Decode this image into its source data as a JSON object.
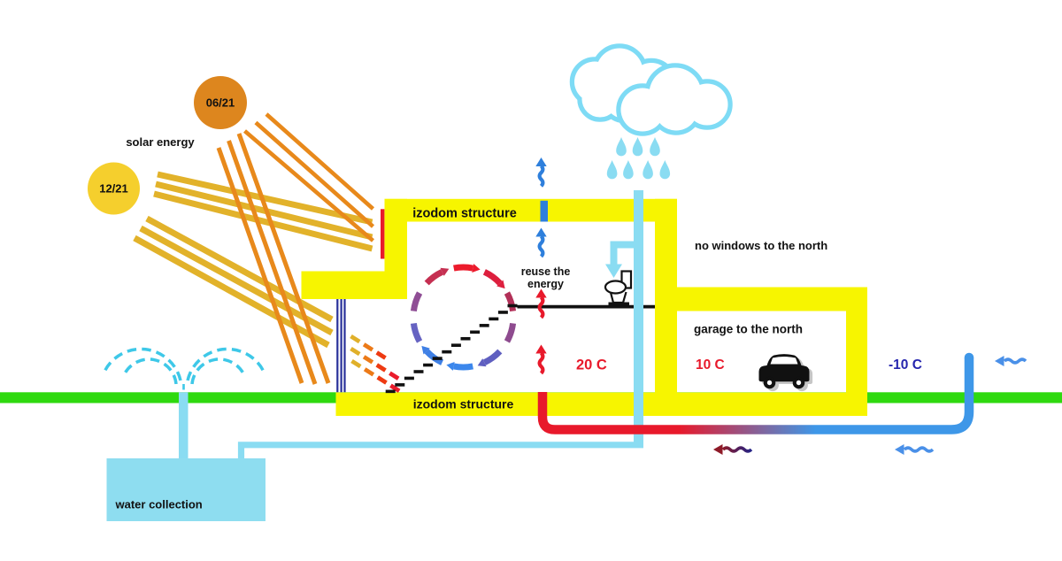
{
  "diagram": {
    "type": "passive-house energy concept section"
  },
  "labels": {
    "solar_energy": "solar energy",
    "sun_summer": "06/21",
    "sun_winter": "12/21",
    "roof": "izodom structure",
    "floor": "izodom structure",
    "reuse_line1": "reuse the",
    "reuse_line2": "energy",
    "no_windows": "no windows to the north",
    "garage": "garage to the north",
    "temp_inside": "20 C",
    "temp_garage": "10 C",
    "temp_outside": "-10 C",
    "water": "water collection"
  },
  "colors": {
    "structure_yellow": "#F7F500",
    "ground_green": "#2FD90F",
    "heat_red": "#E8192B",
    "summer_sun_orange": "#DD861E",
    "summer_ray_orange": "#E8891B",
    "winter_sun_yellow": "#F5CF2D",
    "winter_ray_gold": "#E2B22A",
    "water_lightblue": "#8ADCF2",
    "spray_cyan": "#3EC8E8",
    "cold_air_blue": "#3E97E8",
    "window_navy": "#28309A",
    "outdoor_temp_navy": "#2525AE",
    "warm_arrow_maroon": "#8E1A28",
    "text_black": "#111111"
  },
  "icons": [
    "summer-sun-icon",
    "winter-sun-icon",
    "rain-cloud-icon",
    "raindrop-icon",
    "toilet-icon",
    "car-icon",
    "sprinkler-icon",
    "stairs-icon",
    "air-circulation-arrows-icon",
    "wavy-heat-arrow-icon",
    "wavy-cold-arrow-icon",
    "water-tank-icon",
    "pipe-icon"
  ]
}
